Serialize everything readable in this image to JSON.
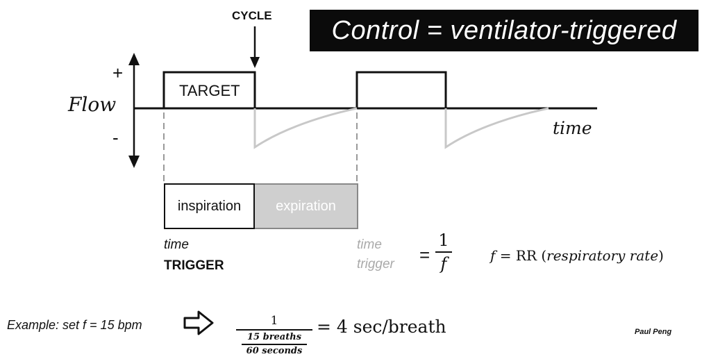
{
  "banner": {
    "title": "Control = ventilator-triggered"
  },
  "waveform": {
    "cycle_label": "CYCLE",
    "plus_label": "+",
    "minus_label": "-",
    "y_axis_label": "Flow",
    "x_axis_label": "time",
    "target_label": "TARGET"
  },
  "phases": {
    "inspiration_label": "inspiration",
    "expiration_label": "expiration"
  },
  "trigger": {
    "time_label": "time",
    "trigger_label": "TRIGGER",
    "time_trigger_time": "time",
    "time_trigger_trigger": "trigger",
    "equals": "=",
    "fraction_numerator": "1",
    "fraction_denominator": "f",
    "rr_var": "f",
    "rr_eq": " = RR (",
    "rr_desc": "respiratory rate",
    "rr_close": ")"
  },
  "example": {
    "text": "Example: set f = 15 bpm",
    "numerator": "1",
    "inner_numerator": "15 breaths",
    "inner_denominator": "60 seconds",
    "result": "= 4 sec/breath"
  },
  "author": "Paul Peng",
  "colors": {
    "black": "#111111",
    "grey": "#c8c8c8",
    "expiration_fill": "#cfcfcf",
    "banner_bg": "#0b0b0b"
  }
}
